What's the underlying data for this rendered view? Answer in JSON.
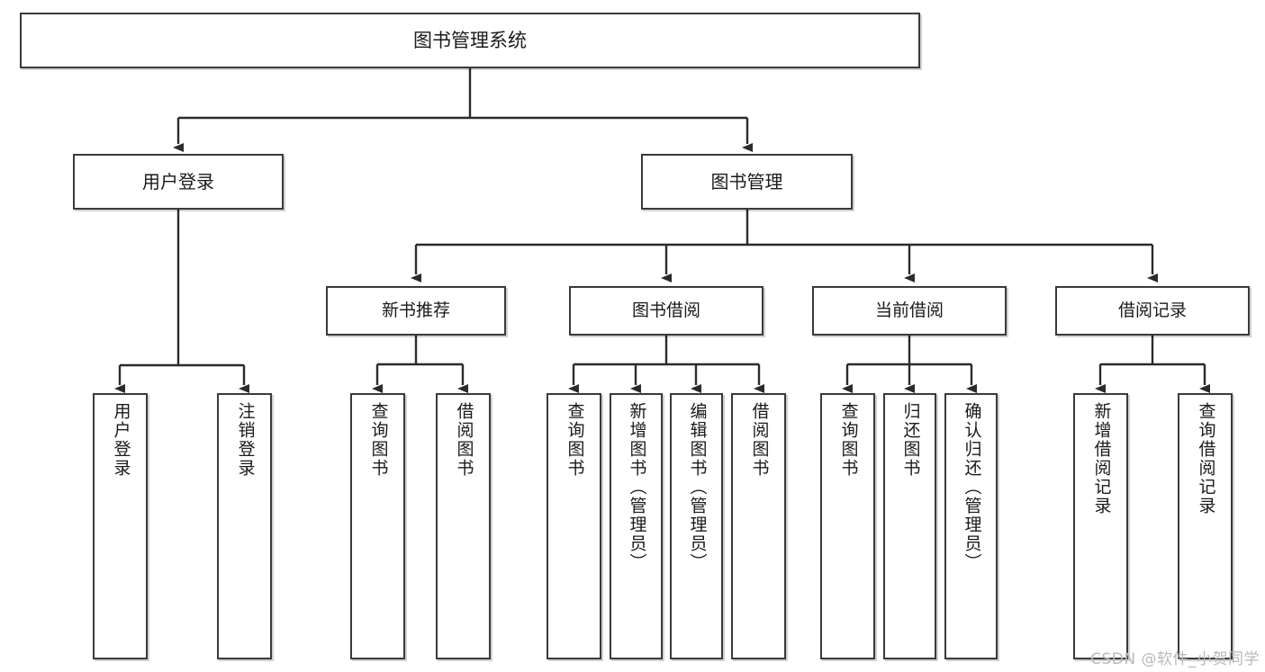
{
  "diagram": {
    "title": "图书管理系统",
    "type": "tree",
    "watermark": "CSDN @软件_小贺同学",
    "colors": {
      "box_border": "#3a3a3a",
      "box_fill": "#ffffff",
      "edge": "#2b2b2b",
      "text": "#1a1a1a",
      "watermark": "#b9b9b9"
    },
    "nodes": {
      "root": {
        "label": "图书管理系统"
      },
      "level2": [
        {
          "id": "user-login",
          "label": "用户登录"
        },
        {
          "id": "book-manage",
          "label": "图书管理"
        }
      ],
      "level3": [
        {
          "id": "new-book-recommend",
          "label": "新书推荐"
        },
        {
          "id": "book-borrow",
          "label": "图书借阅"
        },
        {
          "id": "current-borrow",
          "label": "当前借阅"
        },
        {
          "id": "borrow-record",
          "label": "借阅记录"
        }
      ],
      "leaves": {
        "user-login": [
          {
            "id": "leaf-user-login",
            "label": "用户登录"
          },
          {
            "id": "leaf-user-logout",
            "label": "注销登录"
          }
        ],
        "new-book-recommend": [
          {
            "id": "leaf-query-book-1",
            "label": "查询图书"
          },
          {
            "id": "leaf-borrow-book-1",
            "label": "借阅图书"
          }
        ],
        "book-borrow": [
          {
            "id": "leaf-query-book-2",
            "label": "查询图书"
          },
          {
            "id": "leaf-add-book",
            "label": "新增图书（管理员）"
          },
          {
            "id": "leaf-edit-book",
            "label": "编辑图书（管理员）"
          },
          {
            "id": "leaf-borrow-book-2",
            "label": "借阅图书"
          }
        ],
        "current-borrow": [
          {
            "id": "leaf-query-book-3",
            "label": "查询图书"
          },
          {
            "id": "leaf-return-book",
            "label": "归还图书"
          },
          {
            "id": "leaf-confirm-return",
            "label": "确认归还（管理员）"
          }
        ],
        "borrow-record": [
          {
            "id": "leaf-add-record",
            "label": "新增借阅记录"
          },
          {
            "id": "leaf-query-record",
            "label": "查询借阅记录"
          }
        ]
      }
    }
  }
}
